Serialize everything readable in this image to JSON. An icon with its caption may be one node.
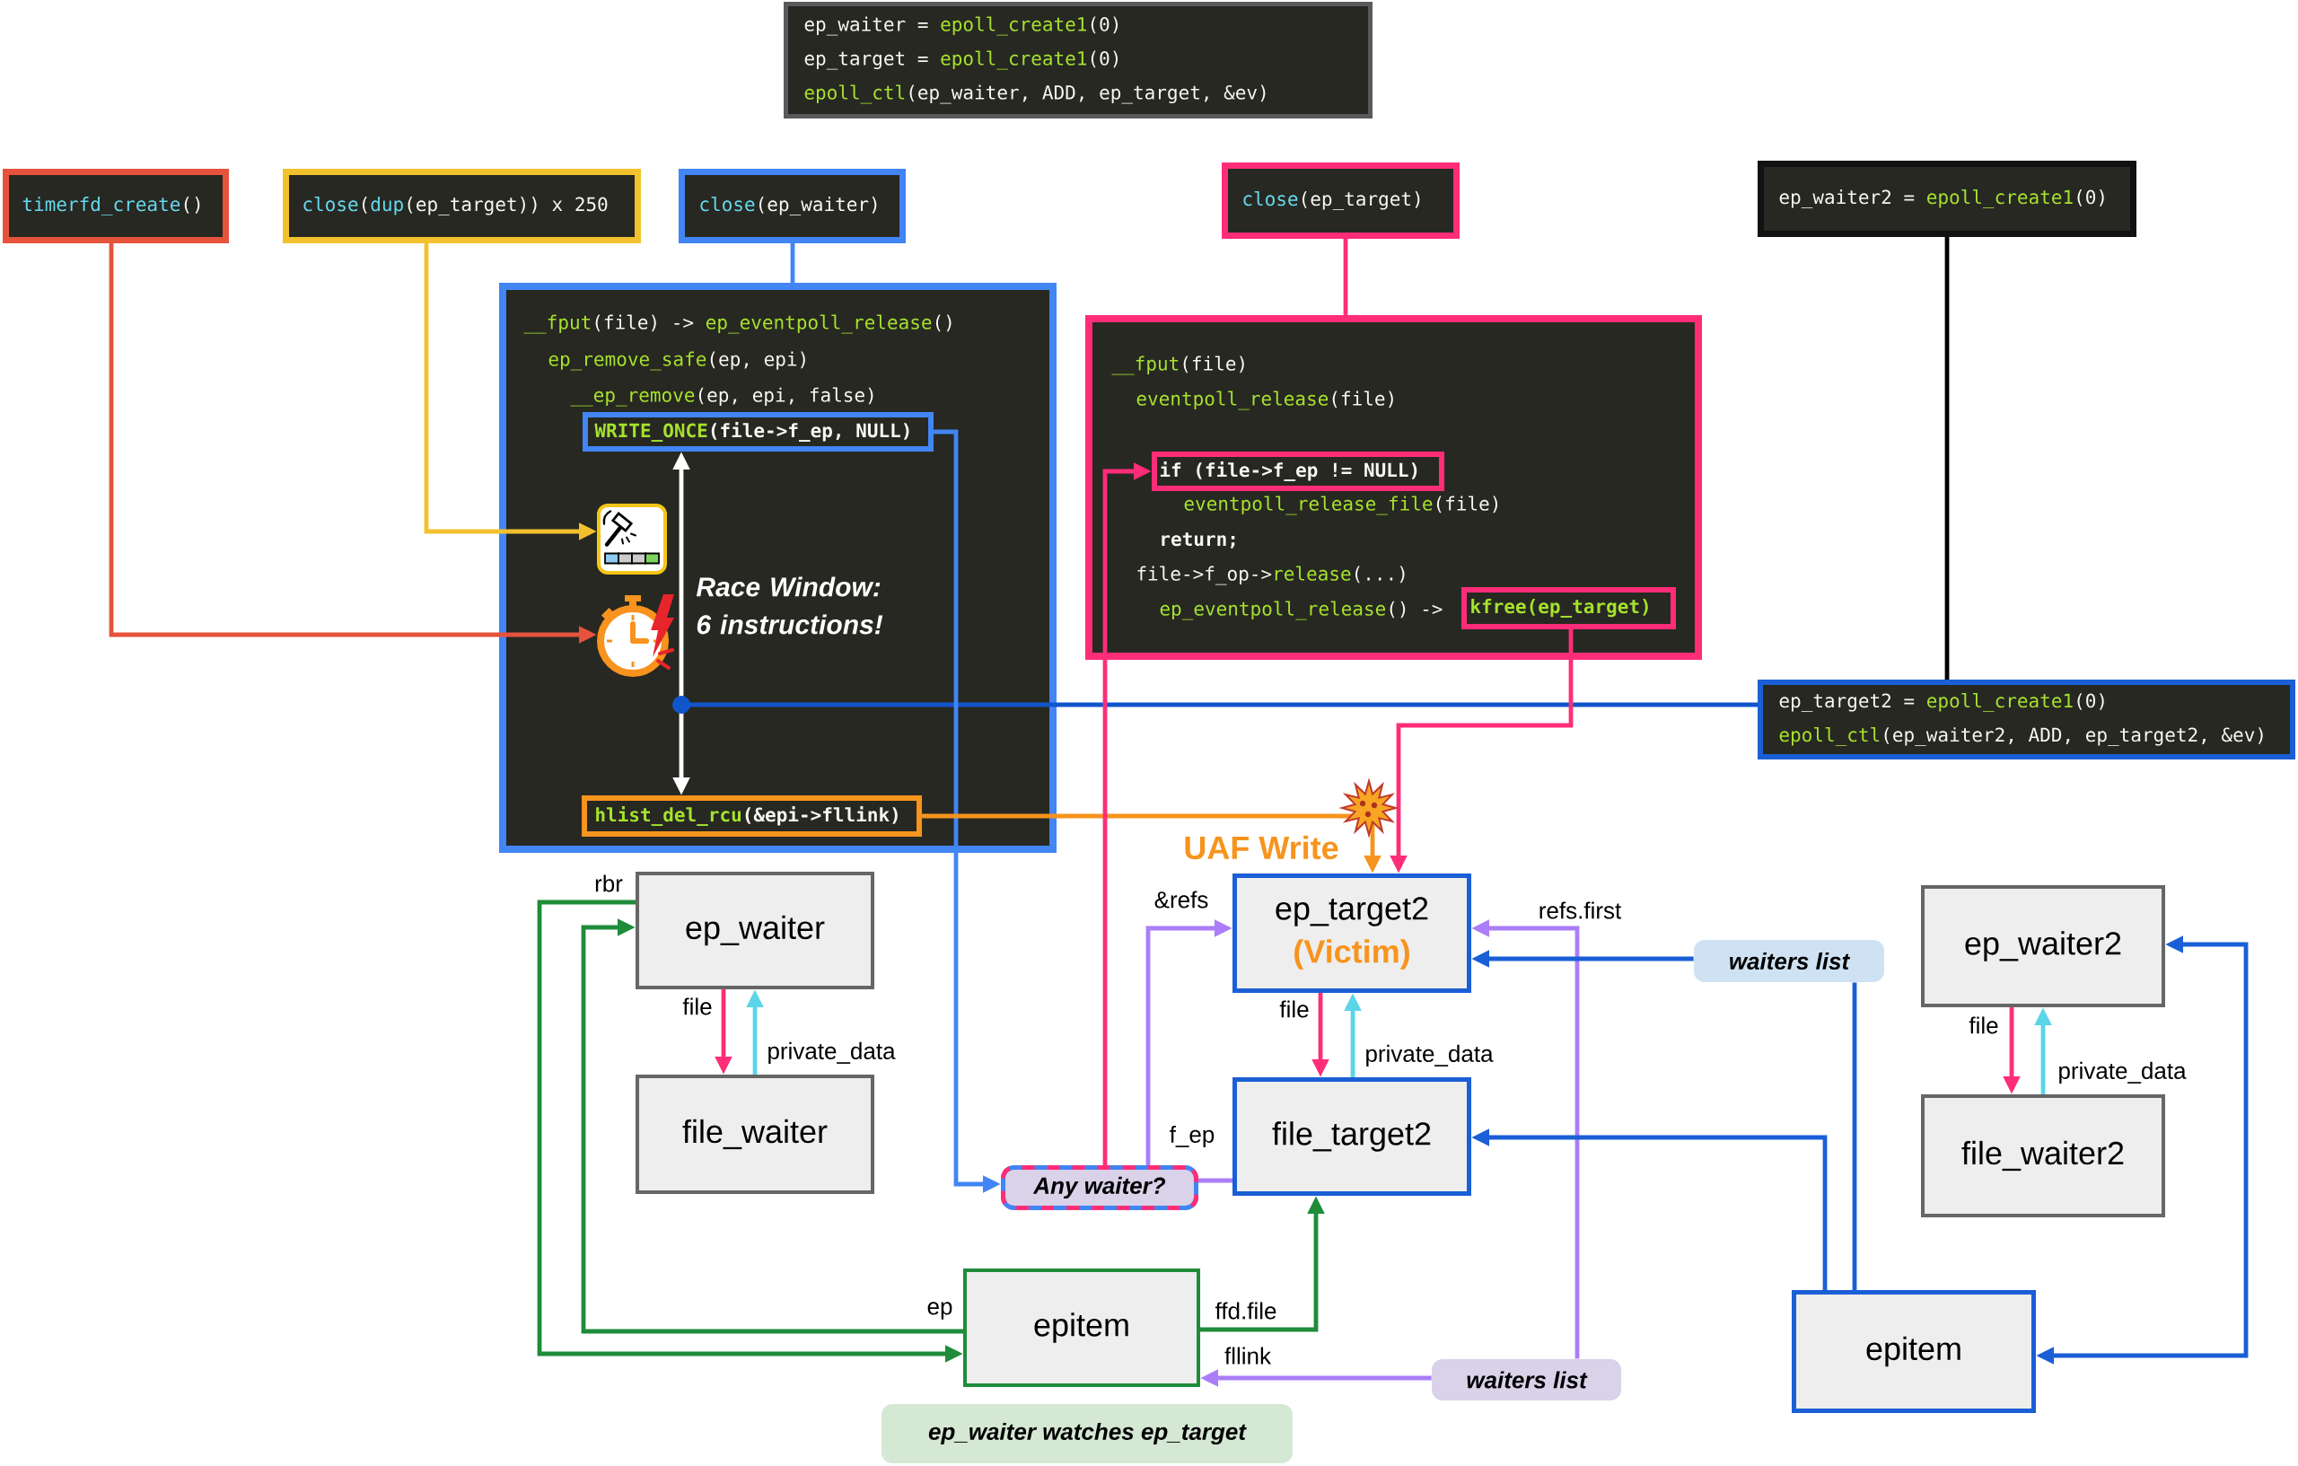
{
  "diagram": {
    "nodes": [
      {
        "text": [
          "ep_waiter = epoll_create1(0)",
          "ep_target = epoll_create1(0)",
          "epoll_ctl(ep_waiter, ADD, ep_target, &ev)"
        ]
      },
      {
        "text": [
          "timerfd_create()"
        ]
      },
      {
        "text": [
          "close(dup(ep_target)) x 250"
        ]
      },
      {
        "text": [
          "close(ep_waiter)"
        ]
      },
      {
        "text": [
          "close(ep_target)"
        ]
      },
      {
        "text": [
          "ep_waiter2 = epoll_create1(0)"
        ]
      },
      {
        "text": [
          "__fput(file) -> ep_eventpoll_release()",
          "ep_remove_safe(ep, epi)",
          "__ep_remove(ep, epi, false)",
          "Race Window: 6 instructions!"
        ]
      },
      {
        "text": [
          "WRITE_ONCE(file->f_ep, NULL)"
        ],
        "in": 6
      },
      {
        "text": [],
        "shape": "picture",
        "in": 6
      },
      {
        "text": [],
        "shape": "picture",
        "in": 6
      },
      {
        "text": [
          "hlist_del_rcu(&epi->fllink)"
        ],
        "in": 6
      },
      {
        "text": [
          "__fput(file)",
          "eventpoll_release(file)",
          "eventpoll_release_file(file)",
          "return;",
          "file->f_op->release(...)",
          "ep_eventpoll_release() ->"
        ]
      },
      {
        "text": [
          "if (file->f_ep != NULL)"
        ],
        "in": 11
      },
      {
        "text": [
          "kfree(ep_target)"
        ],
        "in": 11
      },
      {
        "text": [
          "ep_target2 = epoll_create1(0)",
          "epoll_ctl(ep_waiter2, ADD, ep_target2, &ev)"
        ]
      },
      {
        "text": [
          "ep_waiter"
        ]
      },
      {
        "text": [
          "ep_target2",
          "(Victim)"
        ]
      },
      {
        "text": [
          "waiters list"
        ]
      },
      {
        "text": [
          "ep_waiter2"
        ]
      },
      {
        "text": [
          "file_waiter"
        ]
      },
      {
        "text": [
          "file_target2"
        ]
      },
      {
        "text": [
          "file_waiter2"
        ]
      },
      {
        "text": [
          "Any waiter?"
        ]
      },
      {
        "text": [
          "epitem"
        ]
      },
      {
        "text": [
          "epitem"
        ]
      },
      {
        "text": [
          "waiters list"
        ]
      },
      {
        "text": [
          "ep_waiter watches ep_target"
        ]
      }
    ],
    "edges": [
      {
        "from": 1,
        "to": 9,
        "arrow": "to",
        "color": "#e5533d"
      },
      {
        "from": 2,
        "to": 8,
        "arrow": "to",
        "color": "#f2c12e"
      },
      {
        "from": 3,
        "to": 6,
        "arrow": "none",
        "color": "#4285f4"
      },
      {
        "from": 4,
        "to": 11,
        "arrow": "none"
      },
      {
        "from": 5,
        "to": 14,
        "arrow": "none",
        "color": "#000000"
      },
      {
        "from": 7,
        "to": 10,
        "arrow": "both",
        "color": "#ffffff"
      },
      {
        "from": 14,
        "to": null,
        "arrow": "other",
        "color": "#1155cc"
      },
      {
        "from": 7,
        "to": 22,
        "arrow": "to",
        "color": "#4285f4"
      },
      {
        "from": 10,
        "to": 16,
        "arrow": "to",
        "label": "UAF Write",
        "color": "#f7941d"
      },
      {
        "from": 22,
        "to": 12,
        "arrow": "to"
      },
      {
        "from": 13,
        "to": 16,
        "arrow": "to"
      },
      {
        "from": 15,
        "to": 19,
        "arrow": "to",
        "label": "file"
      },
      {
        "from": 19,
        "to": 15,
        "arrow": "to",
        "label": "private_data",
        "color": "#5bd5e8"
      },
      {
        "from": 16,
        "to": 20,
        "arrow": "to",
        "label": "file"
      },
      {
        "from": 20,
        "to": 16,
        "arrow": "to",
        "label": "private_data",
        "color": "#5bd5e8"
      },
      {
        "from": 18,
        "to": 21,
        "arrow": "to",
        "label": "file"
      },
      {
        "from": 21,
        "to": 18,
        "arrow": "to",
        "label": "private_data",
        "color": "#5bd5e8"
      },
      {
        "from": 20,
        "to": 22,
        "arrow": "none",
        "label": "f_ep",
        "color": "#ab7df8"
      },
      {
        "from": 22,
        "to": 16,
        "arrow": "to",
        "label": "&refs",
        "color": "#ab7df8"
      },
      {
        "from": 25,
        "to": 16,
        "arrow": "to",
        "label": "refs.first",
        "color": "#ab7df8"
      },
      {
        "from": 25,
        "to": 23,
        "arrow": "to",
        "label": "fllink",
        "color": "#ab7df8"
      },
      {
        "from": 23,
        "to": 15,
        "arrow": "to",
        "label": "ep",
        "color": "#1e8c3a"
      },
      {
        "from": 15,
        "to": 23,
        "arrow": "to",
        "label": "rbr",
        "color": "#1e8c3a"
      },
      {
        "from": 23,
        "to": 20,
        "arrow": "to",
        "label": "ffd.file",
        "color": "#1e8c3a"
      },
      {
        "from": 24,
        "to": 17,
        "arrow": "none",
        "color": "#1a5fd6"
      },
      {
        "from": 17,
        "to": 16,
        "arrow": "to",
        "color": "#1a5fd6"
      },
      {
        "from": 24,
        "to": 20,
        "arrow": "to",
        "color": "#1a5fd6"
      },
      {
        "from": 24,
        "to": 18,
        "arrow": "both",
        "color": "#1a5fd6"
      }
    ]
  }
}
